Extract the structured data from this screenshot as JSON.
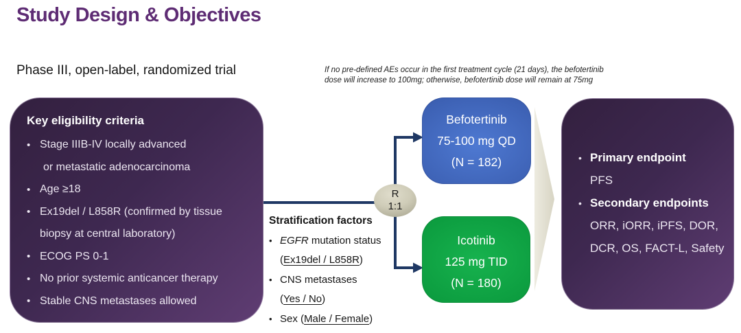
{
  "page": {
    "title": "Study Design & Objectives",
    "subtitle": "Phase III, open-label, randomized trial",
    "note_line1": "If no pre-defined AEs occur in the first treatment cycle (21 days), the befotertinib",
    "note_line2": "dose will increase to 100mg; otherwise, befotertinib dose will remain at 75mg"
  },
  "glyphs": {
    "bullet": "•"
  },
  "colors": {
    "title_purple": "#5e2c74",
    "box_purple_dark": "#33203f",
    "box_purple_light": "#5f3d73",
    "arm_blue": "#3d61b4",
    "arm_green": "#0c9c3f",
    "connector_navy": "#1f3864",
    "randomizer_khaki": "#cfccb8",
    "funnel_beige": "#e2dfd2"
  },
  "eligibility": {
    "heading": "Key eligibility criteria",
    "lines": [
      {
        "bullet": true,
        "text": "Stage IIIB-IV locally advanced"
      },
      {
        "bullet": false,
        "text": "or metastatic adenocarcinoma"
      },
      {
        "bullet": true,
        "text": "Age ≥18"
      },
      {
        "bullet": true,
        "text": "Ex19del / L858R (confirmed by tissue"
      },
      {
        "bullet": false,
        "text": "biopsy at central laboratory)"
      },
      {
        "bullet": true,
        "text": "ECOG PS 0-1"
      },
      {
        "bullet": true,
        "text": "No prior systemic anticancer therapy"
      },
      {
        "bullet": true,
        "text": "Stable CNS metastases allowed"
      }
    ]
  },
  "stratification": {
    "heading": "Stratification factors",
    "egfr_italic": "EGFR",
    "egfr_rest": " mutation status",
    "egfr_sub_open": "(",
    "egfr_sub_underlined": "Ex19del / L858R",
    "egfr_sub_close": ")",
    "cns_text": "CNS metastases",
    "cns_sub_open": "(",
    "cns_sub_underlined": "Yes / No",
    "cns_sub_close": ")",
    "sex_pre": "Sex (",
    "sex_underlined": "Male / Female",
    "sex_close": ")"
  },
  "randomization": {
    "letter": "R",
    "ratio": "1:1"
  },
  "arm_befotertinib": {
    "line1": "Befotertinib",
    "line2": "75-100 mg QD",
    "line3": "(N = 182)"
  },
  "arm_icotinib": {
    "line1": "Icotinib",
    "line2": "125 mg TID",
    "line3": "(N = 180)"
  },
  "endpoints": {
    "primary_label": "Primary endpoint",
    "primary_value": "PFS",
    "secondary_label": "Secondary endpoints",
    "secondary_line1": "ORR, iORR, iPFS, DOR,",
    "secondary_line2": "DCR, OS, FACT-L, Safety"
  }
}
